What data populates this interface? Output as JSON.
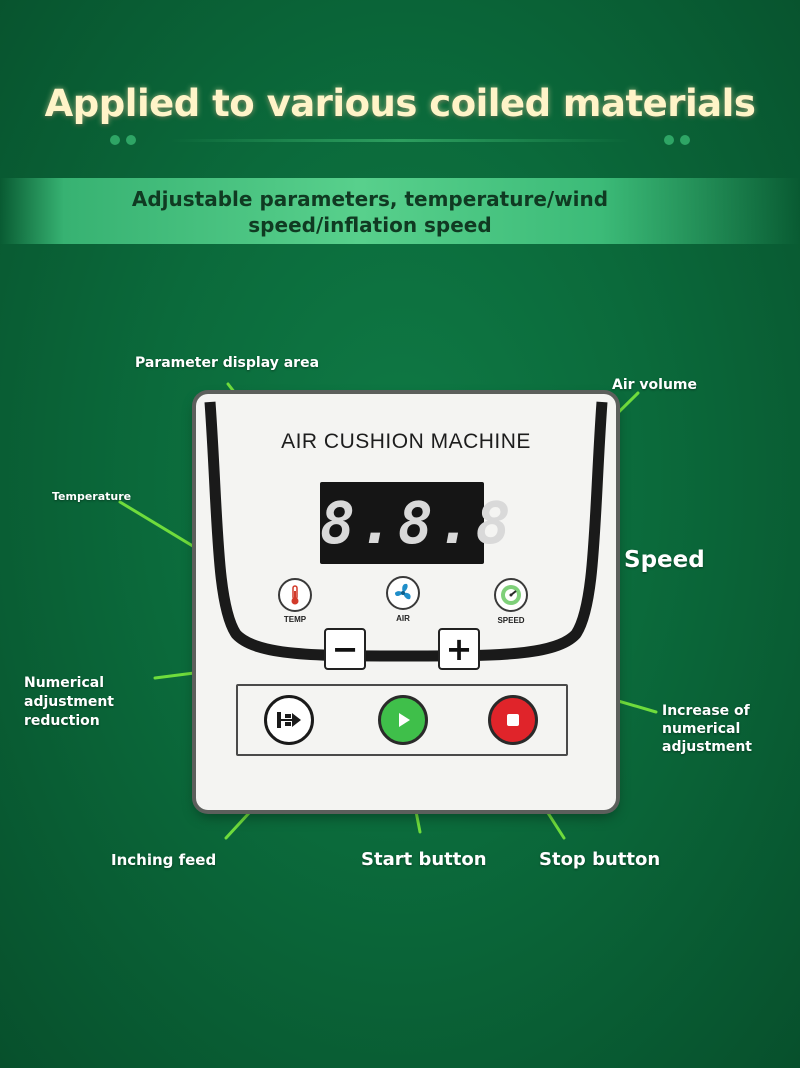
{
  "header": {
    "title": "Applied to various coiled materials",
    "subtitle": "Adjustable parameters, temperature/wind speed/inflation speed"
  },
  "panel": {
    "title": "AIR CUSHION MACHINE",
    "display_value": "8.8.8",
    "icons": {
      "temp_label": "TEMP",
      "air_label": "AIR",
      "speed_label": "SPEED"
    },
    "minus_symbol": "−",
    "plus_symbol": "+"
  },
  "callouts": {
    "display_area": "Parameter display area",
    "air_volume": "Air volume",
    "temperature": "Temperature",
    "speed": "Speed",
    "decrease": "Numerical adjustment reduction",
    "increase": "Increase of numerical adjustment",
    "inching": "Inching feed",
    "start": "Start button",
    "stop": "Stop button"
  },
  "colors": {
    "background": "#0b6a3b",
    "banner": "#58d08c",
    "title": "#fff4c8",
    "callout_line": "#6fdc3c",
    "start_button": "#3fbf4a",
    "stop_button": "#e0242a"
  }
}
